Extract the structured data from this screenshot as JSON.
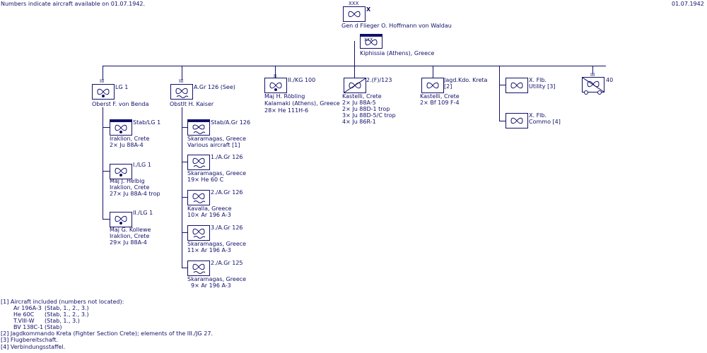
{
  "header": {
    "note": "Numbers indicate aircraft available on 01.07.1942.",
    "date": "01.07.1942"
  },
  "top": {
    "echelon": "XXX",
    "mark": "X",
    "name": "Gen d Flieger  O. Hoffmann von Waldau",
    "hq_echelon": "XXX",
    "hq_location": "Kiphissia (Athens), Greece"
  },
  "units": {
    "lg1": {
      "echelon": "III",
      "name": "LG 1",
      "commander": "Oberst  F. von Benda"
    },
    "agr126": {
      "echelon": "III",
      "name": "A.Gr 126 (See)",
      "commander": "Obstlt H. Kaiser"
    },
    "kg100": {
      "echelon": "II",
      "name": "II./KG 100",
      "line1": "Maj  H. Röbling",
      "line2": "Kalamaki (Athens), Greece",
      "line3": "28× He 111H-6"
    },
    "f123": {
      "name": "2.(F)/123",
      "line1": "Kastelli, Crete",
      "line2": "2× Ju 88A-5",
      "line3": "2× Ju 88D-1 trop",
      "line4": "3× Ju 88D-5/C trop",
      "line5": "4× Ju 86R-1"
    },
    "jagd": {
      "name": "Jagd.Kdo. Kreta",
      "note": "[2]",
      "line1": "Kastelli, Crete",
      "line2": "2× Bf 109 F-4"
    },
    "xflb_util": {
      "name": "X. Flb.",
      "line2": "Utility [3]"
    },
    "xflb_commo": {
      "name": "X. Flb.",
      "line2": "Commo [4]"
    },
    "transport": {
      "echelon": "III",
      "value": "40"
    }
  },
  "lg1_sub": [
    {
      "name": "Stab/LG 1",
      "line1": "Iraklion, Crete",
      "line2": "2× Ju 88A-4"
    },
    {
      "name": "I./LG 1",
      "line1": "Maj  J. Helbig",
      "line2": "Iraklion, Crete",
      "line3": "27× Ju 88A-4 trop"
    },
    {
      "name": "II./LG 1",
      "line1": "Maj  G. Kollewe",
      "line2": "Iraklion, Crete",
      "line3": "29× Ju 88A-4"
    }
  ],
  "agr_sub": [
    {
      "name": "Stab/A.Gr 126",
      "line1": "Skaramagas, Greece",
      "line2": "Various aircraft [1]"
    },
    {
      "name": "1./A.Gr 126",
      "line1": "Skaramagas, Greece",
      "line2": "19× He 60 C"
    },
    {
      "name": "2./A.Gr 126",
      "line1": "Kavalla, Greece",
      "line2": "10× Ar 196 A-3"
    },
    {
      "name": "3./A.Gr 126",
      "line1": "Skaramagas, Greece",
      "line2": "11× Ar 196 A-3"
    },
    {
      "name": "2./A.Gr 125",
      "line1": "Skaramagas, Greece",
      "line2": "9× Ar 196 A-3"
    }
  ],
  "footnotes": {
    "f1": "[1] Aircraft included (numbers not located):",
    "rows": [
      {
        "type": "Ar 196A-3",
        "units": "(Stab, 1., 2., 3.)"
      },
      {
        "type": "He 60C",
        "units": "(Stab, 1., 2., 3.)"
      },
      {
        "type": "T.VIII-W",
        "units": "(Stab, 1., 3.)"
      },
      {
        "type": "BV 138C-1",
        "units": "(Stab)"
      }
    ],
    "f2": "[2] Jagdkommando Kreta (Fighter Section Crete); elements of the III./JG 27.",
    "f3": "[3] Flugbereitschaft.",
    "f4": "[4] Verbindungsstaffel."
  },
  "colors": {
    "ink": "#10106a",
    "background": "#ffffff"
  }
}
